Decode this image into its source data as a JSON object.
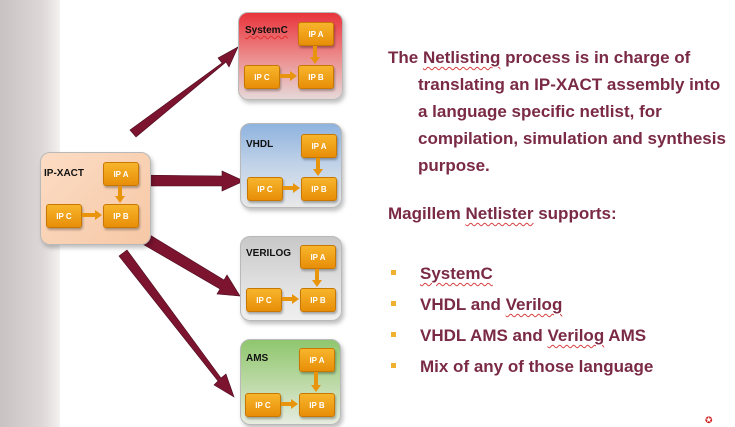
{
  "diagram": {
    "source": {
      "title": "IP-XACT",
      "ips": [
        "IP A",
        "IP B",
        "IP C"
      ]
    },
    "targets": [
      {
        "title": "SystemC",
        "ips": [
          "IP A",
          "IP B",
          "IP C"
        ],
        "tint": "#e8343c"
      },
      {
        "title": "VHDL",
        "ips": [
          "IP A",
          "IP B",
          "IP C"
        ],
        "tint": "#8fb3df"
      },
      {
        "title": "VERILOG",
        "ips": [
          "IP A",
          "IP B",
          "IP C"
        ],
        "tint": "#c8c8c8"
      },
      {
        "title": "AMS",
        "ips": [
          "IP A",
          "IP B",
          "IP C"
        ],
        "tint": "#8fc66e"
      }
    ],
    "arrow_color": "#7c1430",
    "ip_color": "#f2a21c"
  },
  "text": {
    "para1_lead": "The ",
    "para1_word": "Netlisting",
    "para1_rest": " process is in charge of translating an IP-XACT assembly into a language specific netlist, for compilation, simulation and synthesis purpose.",
    "para2_lead": "Magillem ",
    "para2_word": "Netlister",
    "para2_rest": " supports:",
    "bullets": [
      {
        "a": "",
        "w": "SystemC",
        "b": ""
      },
      {
        "a": "VHDL and ",
        "w": "Verilog",
        "b": ""
      },
      {
        "a": "VHDL AMS and ",
        "w": "Verilog",
        "b": " AMS"
      },
      {
        "a": "Mix of any of those language",
        "w": "",
        "b": ""
      }
    ],
    "color": "#7a2a44",
    "bullet_color": "#f0b030"
  }
}
